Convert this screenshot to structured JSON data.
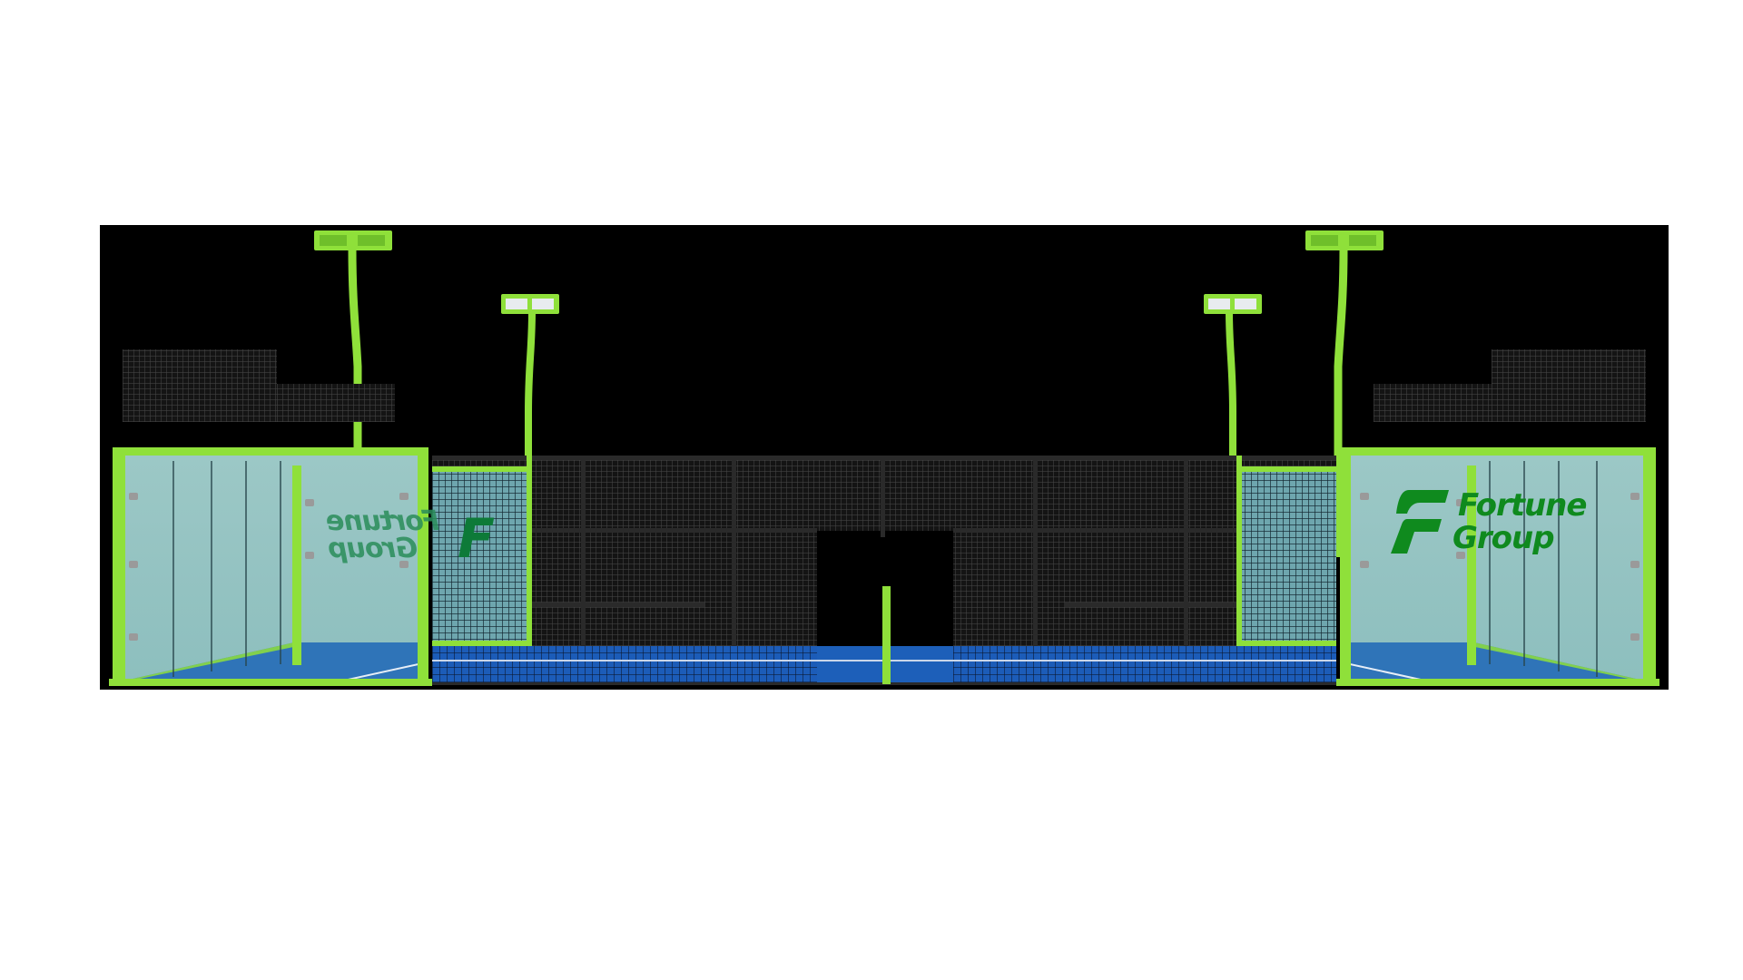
{
  "scene": {
    "subject": "Padel court 3D render",
    "background_color": "#000000",
    "canvas_color": "#ffffff",
    "frame_color": "#8fe03a",
    "court_color": "#1d5fb9",
    "glass_color": "#9cc8c6",
    "mesh_color": "#141414"
  },
  "branding": {
    "right_wall": {
      "line1": "Fortune",
      "line2": "Group",
      "logo": "F"
    },
    "left_wall_mirrored": {
      "line1": "Fortune",
      "line2": "Group",
      "logo": "F"
    },
    "brand_color": "#0f8a1e"
  },
  "lights": [
    {
      "name": "left-tall-floodlight",
      "heads": 2
    },
    {
      "name": "left-short-floodlight",
      "heads": 2
    },
    {
      "name": "right-short-floodlight",
      "heads": 2
    },
    {
      "name": "right-tall-floodlight",
      "heads": 2
    }
  ]
}
